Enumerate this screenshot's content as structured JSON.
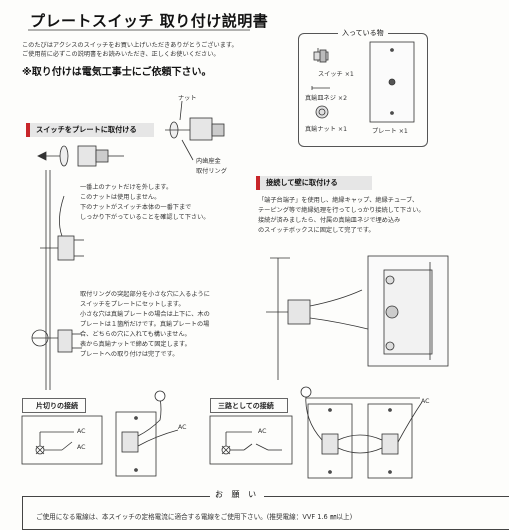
{
  "title": "プレートスイッチ 取り付け説明書",
  "intro": [
    "このたびはアクシスのスイッチをお買い上げいただきありがとうございます。",
    "ご使用前に必ずこの説明書をお読みいただき、正しくお使いください。"
  ],
  "warning": "※取り付けは電気工事士にご依頼下さい。",
  "included": {
    "title": "入っている物",
    "switch": "スイッチ ×1",
    "screw": "真鍮皿ネジ ×2",
    "nut": "真鍮ナット ×1",
    "plate": "プレート ×1"
  },
  "section1": {
    "banner": "スイッチをプレートに取付ける",
    "label_nut": "ナット",
    "label_washer": "内歯座金",
    "label_ring": "取付リング",
    "step1": [
      "一番上のナットだけを外します。",
      "このナットは使用しません。",
      "下のナットがスイッチ本体の一番下まで",
      "しっかり下がっていることを確認して下さい。"
    ],
    "step2": [
      "取付リングの突起部分を小さな穴に入るように",
      "スイッチをプレートにセットします。",
      "小さな穴は真鍮プレートの場合は上下に、木の",
      "プレートは１箇所だけです。真鍮プレートの場",
      "合、どちらの穴に入れても構いません。",
      "表から真鍮ナットで締めて固定します。",
      "プレートへの取り付けは完了です。"
    ]
  },
  "section2": {
    "banner": "接続して壁に取付ける",
    "text": [
      "「端子台端子」を使用し、絶縁キャップ、絶縁チューブ、",
      "テーピング等で絶縁処理を行ってしっかり接続して下さい。",
      "接続が済みましたら、付属の真鍮皿ネジで埋め込み",
      "のスイッチボックスに固定して完了です。"
    ]
  },
  "wiring": {
    "single_label": "片切りの接続",
    "three_label": "三路としての接続",
    "ac": "AC"
  },
  "request": {
    "title": "お 願 い",
    "text": "ご使用になる電線は、本スイッチの定格電流に適合する電線をご使用下さい。(推奨電線：VVF 1.6 ㎜以上)"
  }
}
